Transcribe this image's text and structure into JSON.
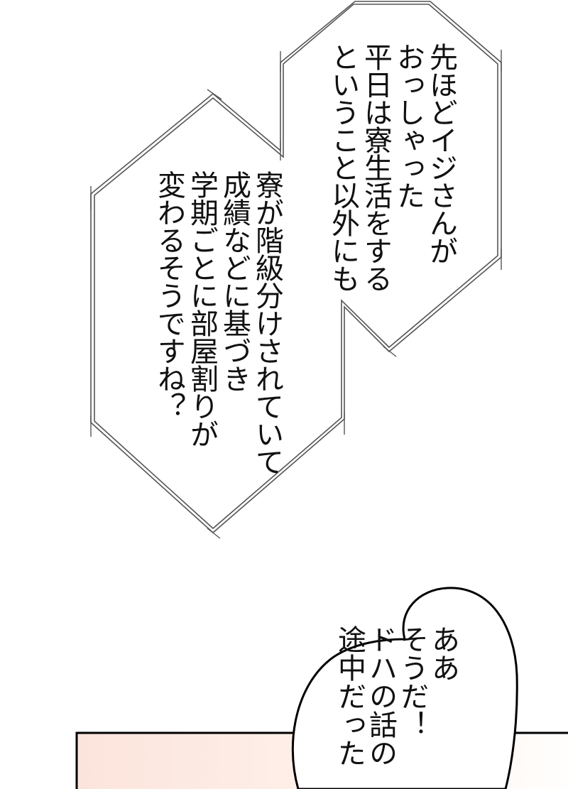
{
  "panel": {
    "bubble_upper": {
      "lines": [
        "先ほどイジさんが",
        "おっしゃった",
        "平日は寮生活をする",
        "ということ以外にも"
      ]
    },
    "bubble_lower": {
      "lines": [
        "寮が階級分けされていて",
        "成績などに基づき",
        "学期ごとに部屋割りが",
        "変わるそうですね？"
      ]
    },
    "bubble_oval": {
      "lines": [
        "ああ",
        "そうだ！",
        "ドハの話の",
        "途中だった"
      ]
    }
  }
}
